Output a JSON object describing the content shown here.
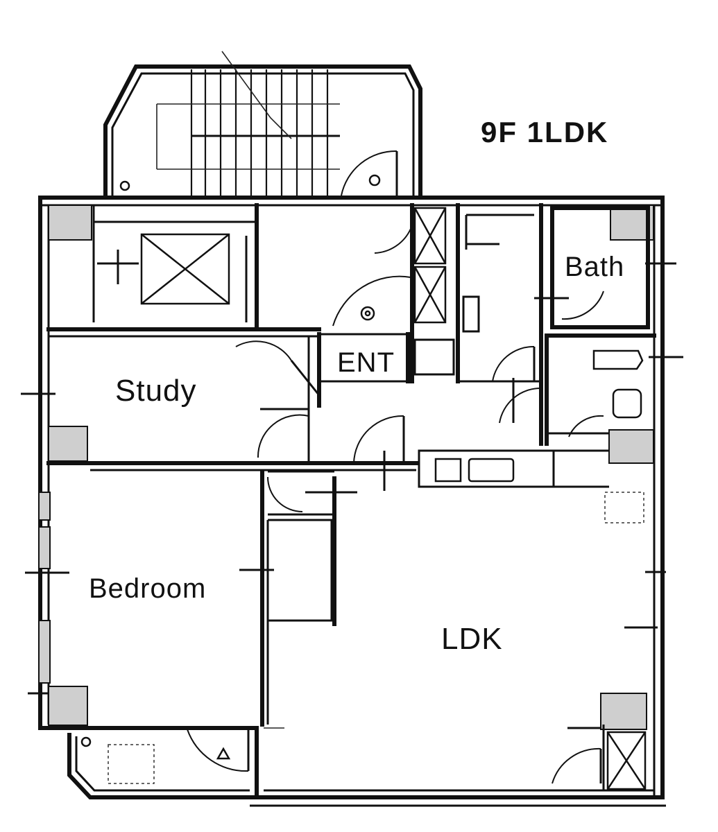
{
  "title": "9F  1LDK",
  "rooms": {
    "bath": "Bath",
    "ent": "ENT",
    "study": "Study",
    "bedroom": "Bedroom",
    "ldk": "LDK"
  }
}
